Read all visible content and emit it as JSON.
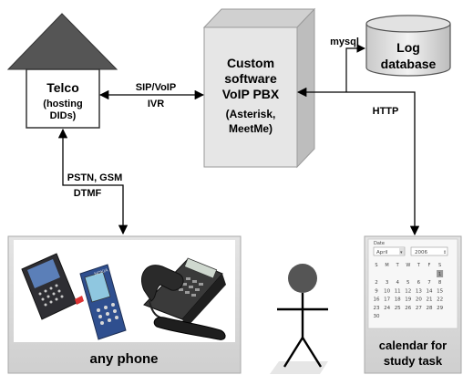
{
  "diagram": {
    "telco": {
      "line1": "Telco",
      "line2": "(hosting",
      "line3": "DIDs)"
    },
    "pbx": {
      "line1": "Custom",
      "line2": "software",
      "line3": "VoIP PBX",
      "line4": "(Asterisk,",
      "line5": "MeetMe)"
    },
    "log_db": {
      "line1": "Log",
      "line2": "database"
    },
    "edges": {
      "telco_pbx": {
        "line1": "SIP/VoIP",
        "line2": "IVR"
      },
      "pbx_db": "mysql",
      "pbx_calendar": "HTTP",
      "telco_phone": {
        "line1": "PSTN, GSM",
        "line2": "DTMF"
      }
    },
    "phone_panel": {
      "caption": "any phone",
      "brand": "NOKIA"
    },
    "calendar_panel": {
      "caption_line1": "calendar for",
      "caption_line2": "study task",
      "group_label": "Date",
      "month": "April",
      "year": "2006",
      "weekdays": [
        "S",
        "M",
        "T",
        "W",
        "T",
        "F",
        "S"
      ],
      "weeks": [
        [
          "",
          "",
          "",
          "",
          "",
          "",
          "1"
        ],
        [
          "2",
          "3",
          "4",
          "5",
          "6",
          "7",
          "8"
        ],
        [
          "9",
          "10",
          "11",
          "12",
          "13",
          "14",
          "15"
        ],
        [
          "16",
          "17",
          "18",
          "19",
          "20",
          "21",
          "22"
        ],
        [
          "23",
          "24",
          "25",
          "26",
          "27",
          "28",
          "29"
        ],
        [
          "30",
          "",
          "",
          "",
          "",
          "",
          ""
        ]
      ]
    },
    "colors": {
      "house_roof": "#555555",
      "box_front": "#e6e6e6",
      "box_side": "#bdbdbd",
      "panel_bg": "#d9d9d9",
      "stick_head": "#555555"
    }
  }
}
